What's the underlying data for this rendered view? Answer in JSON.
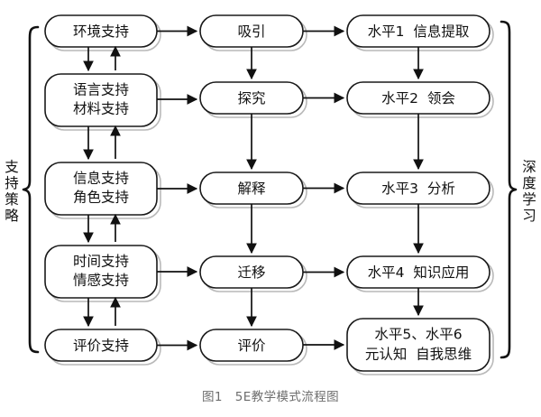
{
  "figure": {
    "caption": "图1　5E教学模式流程图",
    "left_brace_label": "支持策略",
    "right_brace_label": "深度学习"
  },
  "columns": {
    "support_strategies": {
      "label": "支持策略",
      "nodes": [
        {
          "id": "support-1",
          "lines": [
            "环境支持"
          ]
        },
        {
          "id": "support-2",
          "lines": [
            "语言支持",
            "材料支持"
          ]
        },
        {
          "id": "support-3",
          "lines": [
            "信息支持",
            "角色支持"
          ]
        },
        {
          "id": "support-4",
          "lines": [
            "时间支持",
            "情感支持"
          ]
        },
        {
          "id": "support-5",
          "lines": [
            "评价支持"
          ]
        }
      ]
    },
    "five_e_phases": {
      "nodes": [
        {
          "id": "phase-1",
          "lines": [
            "吸引"
          ]
        },
        {
          "id": "phase-2",
          "lines": [
            "探究"
          ]
        },
        {
          "id": "phase-3",
          "lines": [
            "解释"
          ]
        },
        {
          "id": "phase-4",
          "lines": [
            "迁移"
          ]
        },
        {
          "id": "phase-5",
          "lines": [
            "评价"
          ]
        }
      ]
    },
    "deep_learning_levels": {
      "label": "深度学习",
      "nodes": [
        {
          "id": "level-1",
          "lines": [
            "水平1  信息提取"
          ]
        },
        {
          "id": "level-2",
          "lines": [
            "水平2  领会"
          ]
        },
        {
          "id": "level-3",
          "lines": [
            "水平3  分析"
          ]
        },
        {
          "id": "level-4",
          "lines": [
            "水平4  知识应用"
          ]
        },
        {
          "id": "level-5",
          "lines": [
            "水平5、水平6",
            "元认知  自我思维"
          ]
        }
      ]
    }
  },
  "colors": {
    "stroke": "#1a1a1a",
    "shadow": "#b9b9b9",
    "background": "#ffffff",
    "caption": "#6d6d6d"
  }
}
